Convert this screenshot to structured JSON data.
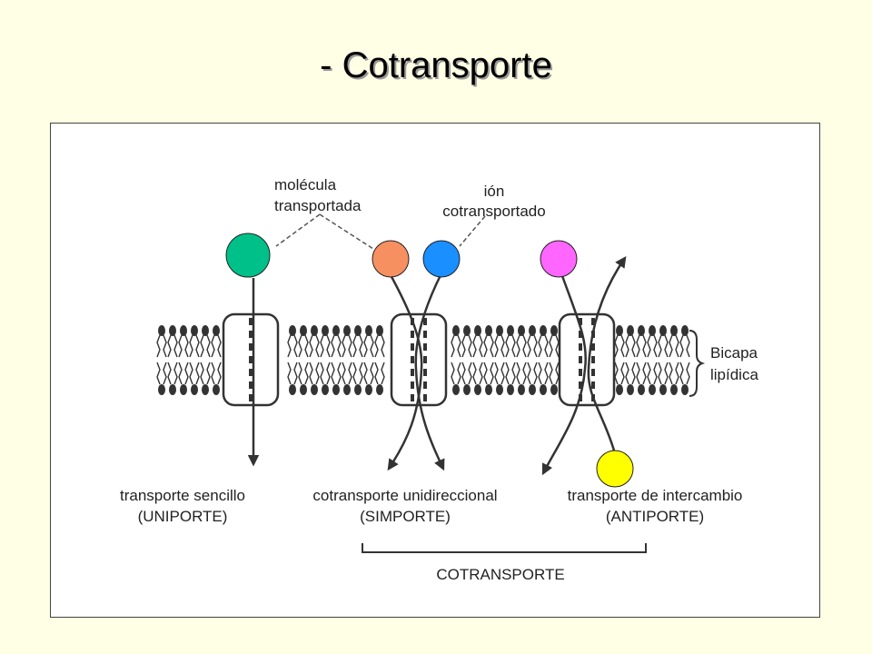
{
  "title": "- Cotransporte",
  "diagram": {
    "label_molecule": [
      "molécula",
      "transportada"
    ],
    "label_ion": [
      "ión",
      "cotransportado"
    ],
    "label_bilayer": [
      "Bicapa",
      "lipídica"
    ],
    "uniport": {
      "line1": "transporte sencillo",
      "line2": "(UNIPORTE)"
    },
    "symport": {
      "line1": "cotransporte unidireccional",
      "line2": "(SIMPORTE)"
    },
    "antiport": {
      "line1": "transporte de intercambio",
      "line2": "(ANTIPORTE)"
    },
    "bracket_label": "COTRANSPORTE",
    "colors": {
      "uniport_molecule": "#00c08a",
      "symport_molecule": "#f79060",
      "symport_ion": "#1a8fff",
      "antiport_molecule": "#ff66ff",
      "antiport_ion": "#ffff00"
    }
  }
}
